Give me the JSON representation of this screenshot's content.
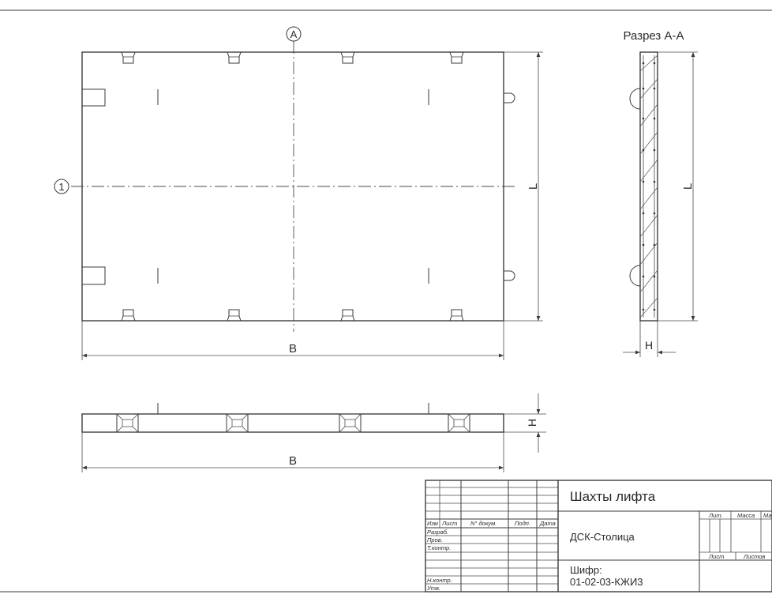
{
  "drawing": {
    "section_title": "Разрез А-А",
    "axis_a": "А",
    "axis_1": "1",
    "dim_width": "B",
    "dim_length": "L",
    "dim_height": "H"
  },
  "title_block": {
    "project": "Шахты лифта",
    "organization": "ДСК-Столица",
    "code_label": "Шифр:",
    "code_value": "01-02-03-КЖИ3",
    "columns": {
      "izm": "Изм",
      "list": "Лист",
      "doc_no": "N° докум.",
      "sign": "Подп.",
      "date": "Дата"
    },
    "rows": {
      "razrab": "Разраб.",
      "prov": "Пров.",
      "tkontr": "Т.контр.",
      "nkontr": "Н.контр.",
      "utv": "Утв."
    },
    "lit": "Лит.",
    "massa": "Масса",
    "masshtab": "Ма",
    "sheet": "Лист",
    "sheets": "Листов"
  }
}
